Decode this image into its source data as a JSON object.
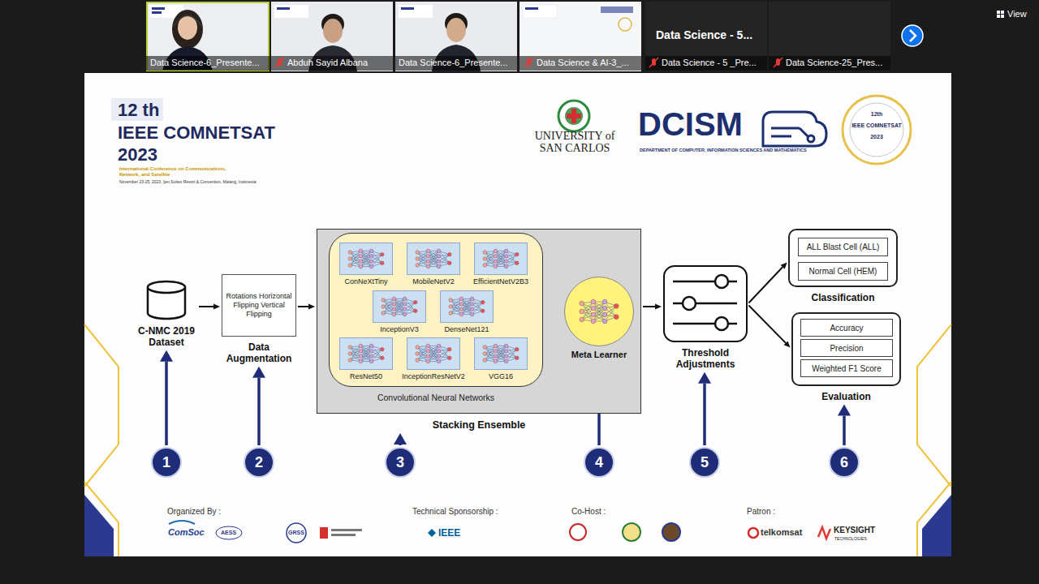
{
  "diagram": {
    "nodes": [
      {
        "text": [
          "C-NMC 2019 Dataset"
        ]
      },
      {
        "text": [
          "Rotations Horizontal Flipping Vertical Flipping",
          "Data Augmentation"
        ]
      },
      {
        "text": [
          "Stacking Ensemble"
        ]
      },
      {
        "text": [
          "Convolutional Neural Networks"
        ],
        "in": 2
      },
      {
        "text": [
          "ConNeXtTiny"
        ],
        "in": 3
      },
      {
        "text": [
          "MobileNetV2"
        ],
        "in": 3
      },
      {
        "text": [
          "EfficientNetV2B3"
        ],
        "in": 3
      },
      {
        "text": [
          "InceptionV3"
        ],
        "in": 3
      },
      {
        "text": [
          "DenseNet121"
        ],
        "in": 3
      },
      {
        "text": [
          "ResNet50"
        ],
        "in": 3
      },
      {
        "text": [
          "InceptionResNetV2"
        ],
        "in": 3
      },
      {
        "text": [
          "VGG16"
        ],
        "in": 3
      },
      {
        "text": [
          "Meta Learner"
        ],
        "in": 2
      },
      {
        "text": [
          "Threshold Adjustments"
        ]
      },
      {
        "text": [
          "Classification"
        ]
      },
      {
        "text": [
          "ALL Blast Cell (ALL)"
        ],
        "in": 14
      },
      {
        "text": [
          "Normal Cell (HEM)"
        ],
        "in": 14
      },
      {
        "text": [
          "Evaluation"
        ]
      },
      {
        "text": [
          "Accuracy"
        ],
        "in": 17
      },
      {
        "text": [
          "Precision"
        ],
        "in": 17
      },
      {
        "text": [
          "Weighted F1 Score"
        ],
        "in": 17
      },
      {
        "text": [
          "1"
        ]
      },
      {
        "text": [
          "2"
        ]
      },
      {
        "text": [
          "3"
        ]
      },
      {
        "text": [
          "4"
        ]
      },
      {
        "text": [
          "5"
        ]
      },
      {
        "text": [
          "6"
        ]
      }
    ],
    "edges": [
      {
        "from": 0,
        "to": 1,
        "arrow": "to"
      },
      {
        "from": 1,
        "to": 2,
        "arrow": "to"
      },
      {
        "from": 3,
        "to": 12,
        "arrow": "to"
      },
      {
        "from": 2,
        "to": 13,
        "arrow": "to"
      },
      {
        "from": 13,
        "to": 14,
        "arrow": "to"
      },
      {
        "from": 13,
        "to": 17,
        "arrow": "to"
      },
      {
        "from": 21,
        "to": 0,
        "arrow": "to"
      },
      {
        "from": 22,
        "to": 1,
        "arrow": "to"
      },
      {
        "from": 23,
        "to": 2,
        "arrow": "to"
      },
      {
        "from": 24,
        "to": 12,
        "arrow": "to"
      },
      {
        "from": 25,
        "to": 13,
        "arrow": "to"
      },
      {
        "from": 26,
        "to": 17,
        "arrow": "to"
      }
    ],
    "labels": [
      "View",
      "Data Science-6_Presente...",
      "Abduh Sayid Albana",
      "Data Science-6_Presente...",
      "Data Science & AI-3_...",
      "Data Science - 5...",
      "Data Science - 5 _Pre...",
      "Data Science-25_Pres...",
      "12 th",
      "IEEE COMNETSAT",
      "2023",
      "International Conference on Communications, Network, and Satellite",
      "November 23-25, 2023, Ijen Suites Resort & Convention, Malang, Indonesia",
      "UNIVERSITY of SAN CARLOS",
      "DCISM",
      "DEPARTMENT OF COMPUTER, INFORMATION SCIENCES AND MATHEMATICS",
      "12th",
      "IEEE COMNETSAT",
      "2023",
      "Organized By :",
      "ComSoc",
      "AESS",
      "GRSS",
      "Technical Sponsorship :",
      "IEEE",
      "Co-Host :",
      "Patron :",
      "telkomsat",
      "KEYSIGHT",
      "TECHNOLOGIES"
    ]
  }
}
